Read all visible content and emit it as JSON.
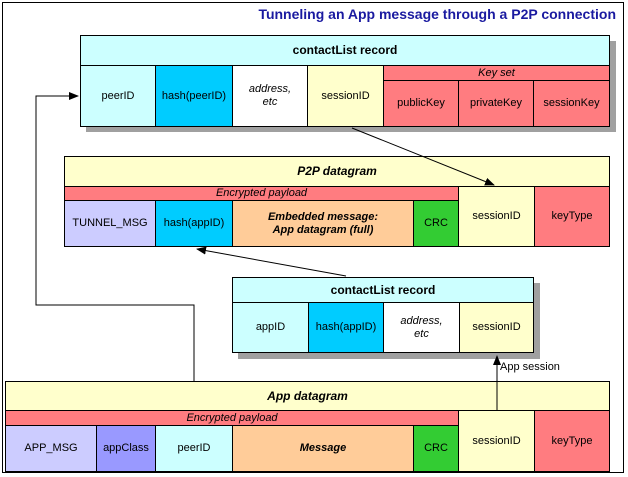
{
  "title": "Tunneling an App message through a P2P connection",
  "contact_top": {
    "header": "contactList record",
    "peerID": "peerID",
    "hash_peerID": "hash(peerID)",
    "address": "address,\netc",
    "sessionID": "sessionID",
    "keyset_label": "Key set",
    "publicKey": "publicKey",
    "privateKey": "privateKey",
    "sessionKey": "sessionKey"
  },
  "p2p": {
    "header": "P2P datagram",
    "encrypted_label": "Encrypted payload",
    "tunnel_msg": "TUNNEL_MSG",
    "hash_appID": "hash(appID)",
    "embedded": "Embedded message:\nApp datagram (full)",
    "crc": "CRC",
    "sessionID": "sessionID",
    "keyType": "keyType"
  },
  "contact_mid": {
    "header": "contactList record",
    "appID": "appID",
    "hash_appID": "hash(appID)",
    "address": "address,\netc",
    "sessionID": "sessionID"
  },
  "app_session_label": "App session",
  "app": {
    "header": "App datagram",
    "encrypted_label": "Encrypted payload",
    "app_msg": "APP_MSG",
    "appClass": "appClass",
    "peerID": "peerID",
    "message": "Message",
    "crc": "CRC",
    "sessionID": "sessionID",
    "keyType": "keyType"
  },
  "colors": {
    "cyan_light": "#ccffff",
    "cyan": "#00ccff",
    "yellow_light": "#ffffcc",
    "red": "#ff7c80",
    "purple_light": "#ccccff",
    "purple": "#9999ff",
    "orange": "#ffcc99",
    "green": "#33cc33",
    "title": "#1a1aa0"
  }
}
